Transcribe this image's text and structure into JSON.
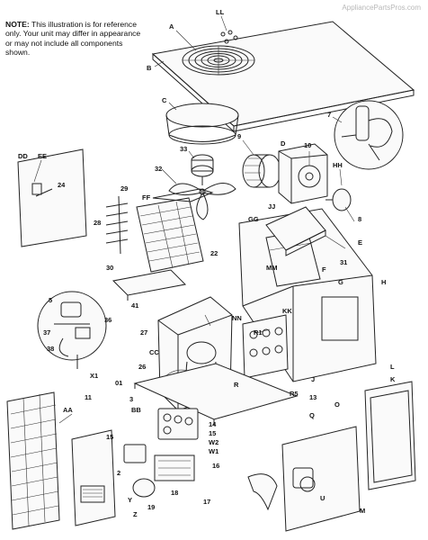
{
  "watermark": "AppliancePartsPros.com",
  "note": {
    "label": "NOTE:",
    "text": "This illustration is for reference only.  Your unit may differ in appearance or may not include all components shown."
  },
  "callouts": {
    "A": "A",
    "B": "B",
    "LL": "LL",
    "C": "C",
    "7": "7",
    "DD": "DD",
    "EE": "EE",
    "24": "24",
    "33": "33",
    "32": "32",
    "9": "9",
    "D": "D",
    "10": "10",
    "HH": "HH",
    "JJ": "JJ",
    "8": "8",
    "E": "E",
    "F": "F",
    "31": "31",
    "29": "29",
    "FF": "FF",
    "28": "28",
    "GG": "GG",
    "22": "22",
    "MM": "MM",
    "G": "G",
    "H": "H",
    "30": "30",
    "41": "41",
    "5": "5",
    "36": "36",
    "37": "37",
    "38": "38",
    "NN": "NN",
    "KK": "KK",
    "27": "27",
    "R1": "R1",
    "CC": "CC",
    "26": "26",
    "X1": "X1",
    "01": "01",
    "AA": "AA",
    "11": "11",
    "BB": "BB",
    "3": "3",
    "R": "R",
    "J": "J",
    "L": "L",
    "R5": "R5",
    "13": "13",
    "Q": "Q",
    "O": "O",
    "K": "K",
    "14": "14",
    "15": "15",
    "W2": "W2",
    "W1": "W1",
    "16": "16",
    "15b": "15",
    "2": "2",
    "17": "17",
    "18": "18",
    "19": "19",
    "Y": "Y",
    "Z": "Z",
    "M": "M",
    "U": "U"
  }
}
